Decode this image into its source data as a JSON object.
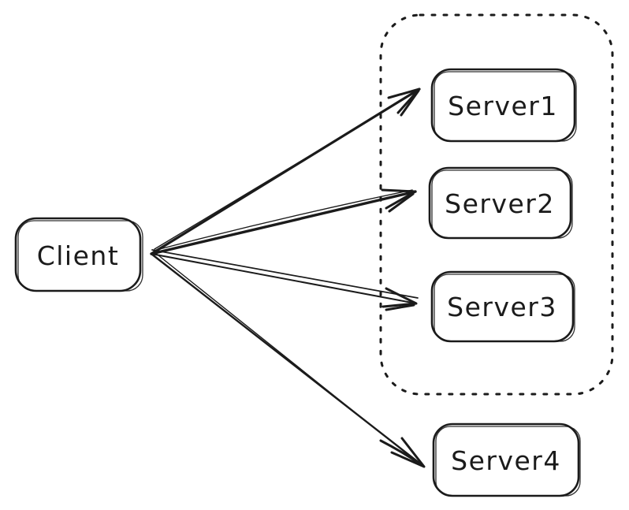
{
  "diagram": {
    "background_color": "#ffffff",
    "stroke_color": "#1b1b1b",
    "style": "hand-drawn sketch (excalidraw-like)",
    "nodes": {
      "client": {
        "label": "Client"
      },
      "server1": {
        "label": "Server1"
      },
      "server2": {
        "label": "Server2"
      },
      "server3": {
        "label": "Server3"
      },
      "server4": {
        "label": "Server4"
      }
    },
    "group": {
      "border_style": "dotted",
      "members": [
        "Server1",
        "Server2",
        "Server3"
      ]
    },
    "edges": [
      {
        "from": "Client",
        "to": "Server1",
        "arrow": "end"
      },
      {
        "from": "Client",
        "to": "Server2",
        "arrow": "end"
      },
      {
        "from": "Client",
        "to": "Server3",
        "arrow": "end"
      },
      {
        "from": "Client",
        "to": "Server4",
        "arrow": "end"
      }
    ]
  }
}
